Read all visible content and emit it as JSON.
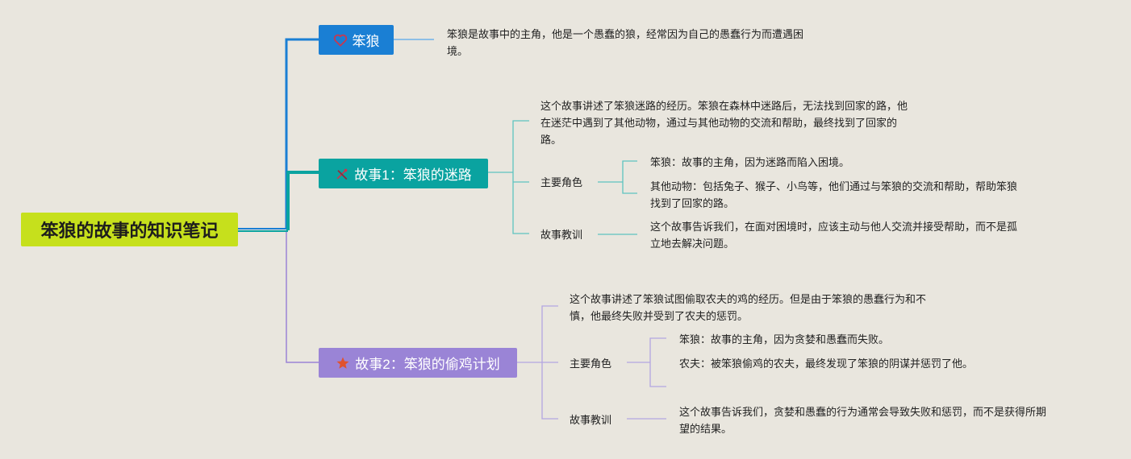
{
  "root": {
    "title": "笨狼的故事的知识笔记"
  },
  "branch1": {
    "title": "笨狼",
    "icon": "heart-icon",
    "color": "#1a7fd4",
    "desc": [
      "笨狼是故事中的主角，他是一个愚蠢的狼，经常因为自己的愚蠢行为而遭遇困",
      "境。"
    ]
  },
  "branch2": {
    "title": "故事1：笨狼的迷路",
    "icon": "tools-icon",
    "color": "#0aa3a0",
    "summary": [
      "这个故事讲述了笨狼迷路的经历。笨狼在森林中迷路后，无法找到回家的路，他",
      "在迷茫中遇到了其他动物，通过与其他动物的交流和帮助，最终找到了回家的",
      "路。"
    ],
    "roles_label": "主要角色",
    "role1": [
      "笨狼：故事的主角，因为迷路而陷入困境。"
    ],
    "role2": [
      "其他动物：包括兔子、猴子、小鸟等，他们通过与笨狼的交流和帮助，帮助笨狼",
      "找到了回家的路。"
    ],
    "lesson_label": "故事教训",
    "lesson": [
      "这个故事告诉我们，在面对困境时，应该主动与他人交流并接受帮助，而不是孤",
      "立地去解决问题。"
    ]
  },
  "branch3": {
    "title": "故事2：笨狼的偷鸡计划",
    "icon": "star-icon",
    "color": "#9a84d6",
    "summary": [
      "这个故事讲述了笨狼试图偷取农夫的鸡的经历。但是由于笨狼的愚蠢行为和不",
      "慎，他最终失败并受到了农夫的惩罚。"
    ],
    "roles_label": "主要角色",
    "role1": [
      "笨狼：故事的主角，因为贪婪和愚蠢而失败。"
    ],
    "role2": [
      "农夫：被笨狼偷鸡的农夫，最终发现了笨狼的阴谋并惩罚了他。"
    ],
    "lesson_label": "故事教训",
    "lesson": [
      "这个故事告诉我们，贪婪和愚蠢的行为通常会导致失败和惩罚，而不是获得所期",
      "望的结果。"
    ]
  }
}
